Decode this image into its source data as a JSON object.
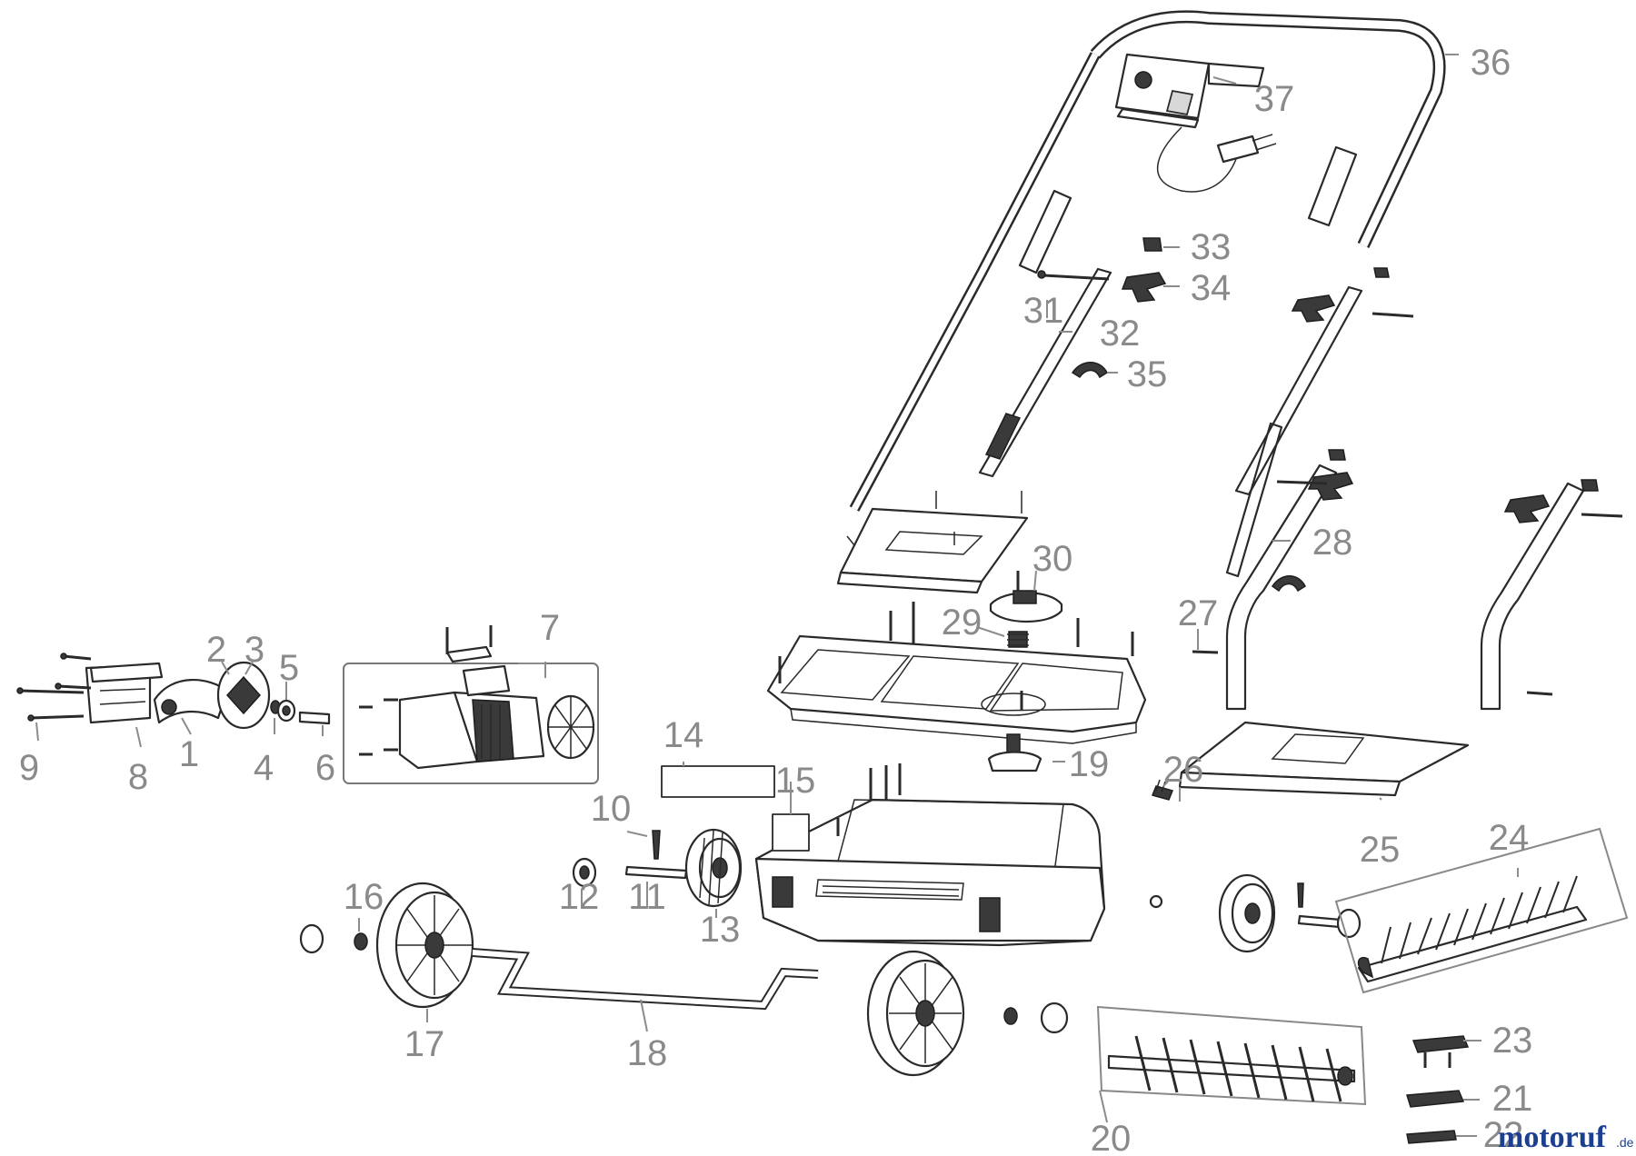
{
  "diagram": {
    "callouts": [
      "1",
      "2",
      "3",
      "4",
      "5",
      "6",
      "7",
      "8",
      "9",
      "10",
      "11",
      "12",
      "13",
      "14",
      "15",
      "16",
      "17",
      "18",
      "19",
      "20",
      "21",
      "22",
      "23",
      "24",
      "25",
      "26",
      "27",
      "28",
      "29",
      "30",
      "31",
      "32",
      "33",
      "34",
      "35",
      "36",
      "37"
    ],
    "watermark": {
      "main": "motoruf",
      "suffix": ".de",
      "color_main": "#1c3f8f",
      "color_accent": "#e8731c"
    }
  }
}
